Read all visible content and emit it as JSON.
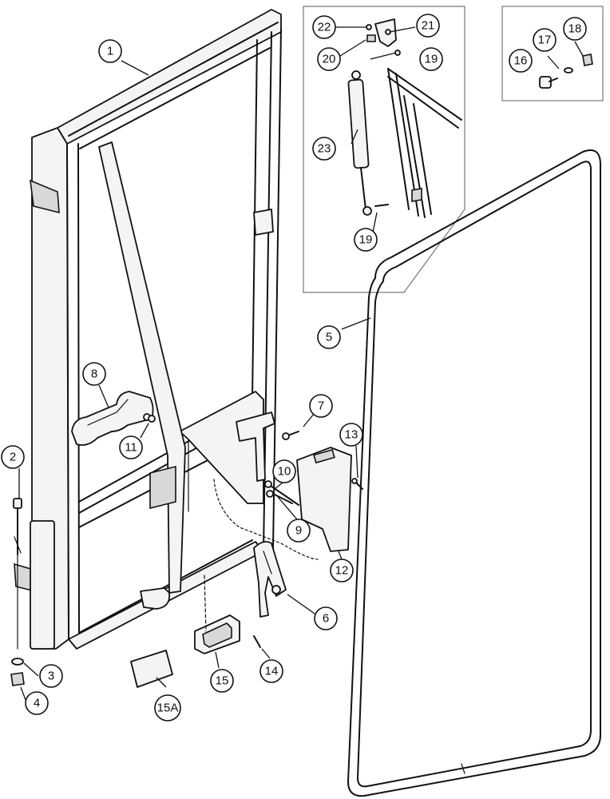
{
  "callouts": {
    "c1": "1",
    "c2": "2",
    "c3": "3",
    "c4": "4",
    "c5": "5",
    "c6": "6",
    "c7": "7",
    "c8": "8",
    "c9": "9",
    "c10": "10",
    "c11": "11",
    "c12": "12",
    "c13": "13",
    "c14": "14",
    "c15": "15",
    "c15a": "15A",
    "c16": "16",
    "c17": "17",
    "c18": "18",
    "c19a": "19",
    "c19b": "19",
    "c20": "20",
    "c21": "21",
    "c22": "22",
    "c23": "23"
  }
}
